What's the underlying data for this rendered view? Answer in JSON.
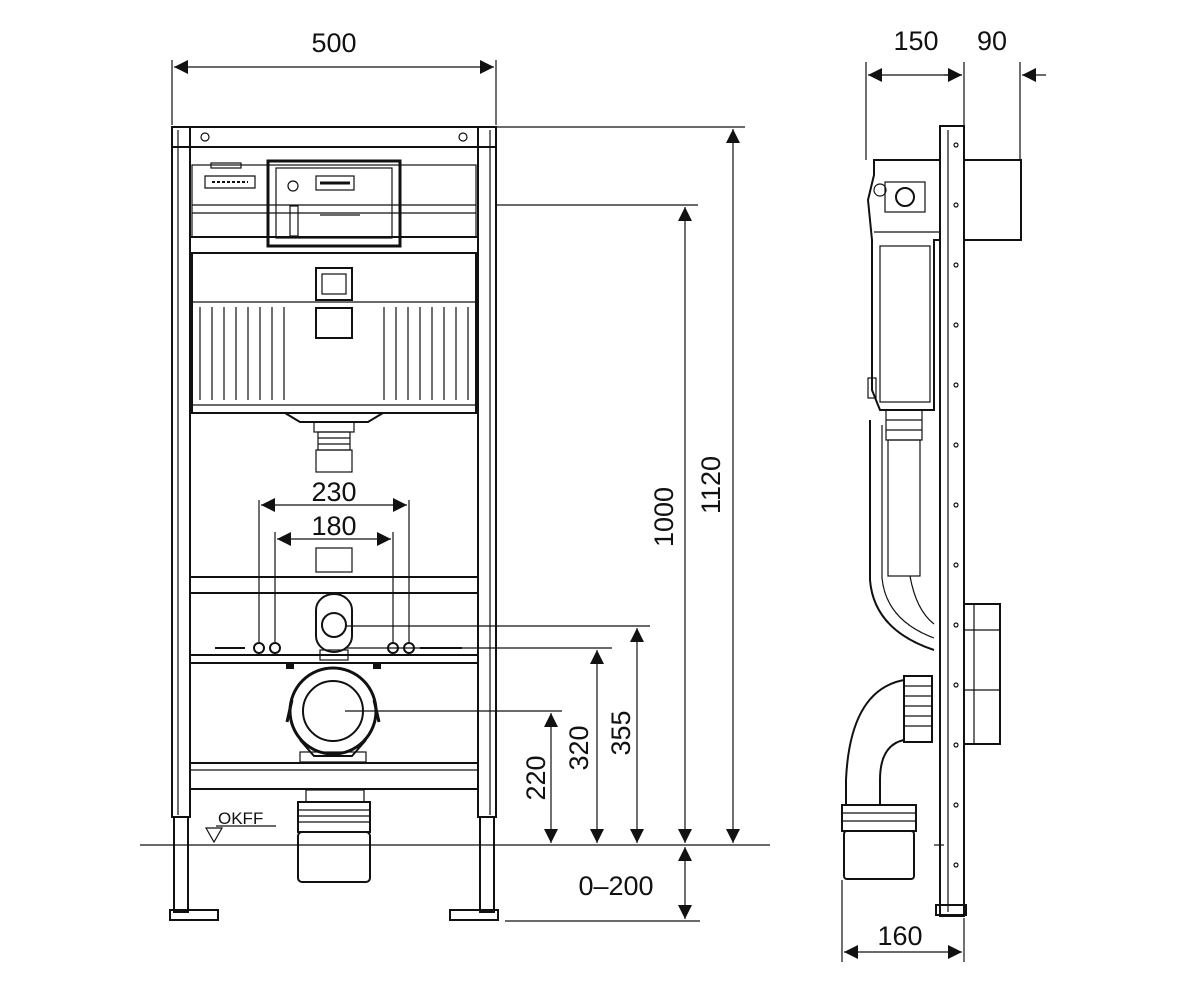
{
  "front_view": {
    "width_label": "500",
    "outer_spacing_label": "230",
    "inner_spacing_label": "180",
    "okff_label": "OKFF",
    "height_top_label": "1120",
    "height_actuator_label": "1000",
    "height_355_label": "355",
    "height_320_label": "320",
    "height_220_label": "220",
    "floor_range_label": "0–200"
  },
  "side_view": {
    "depth_frame_label": "150",
    "depth_box_label": "90",
    "depth_bottom_label": "160"
  },
  "colors": {
    "line": "#111111",
    "background": "#ffffff"
  }
}
